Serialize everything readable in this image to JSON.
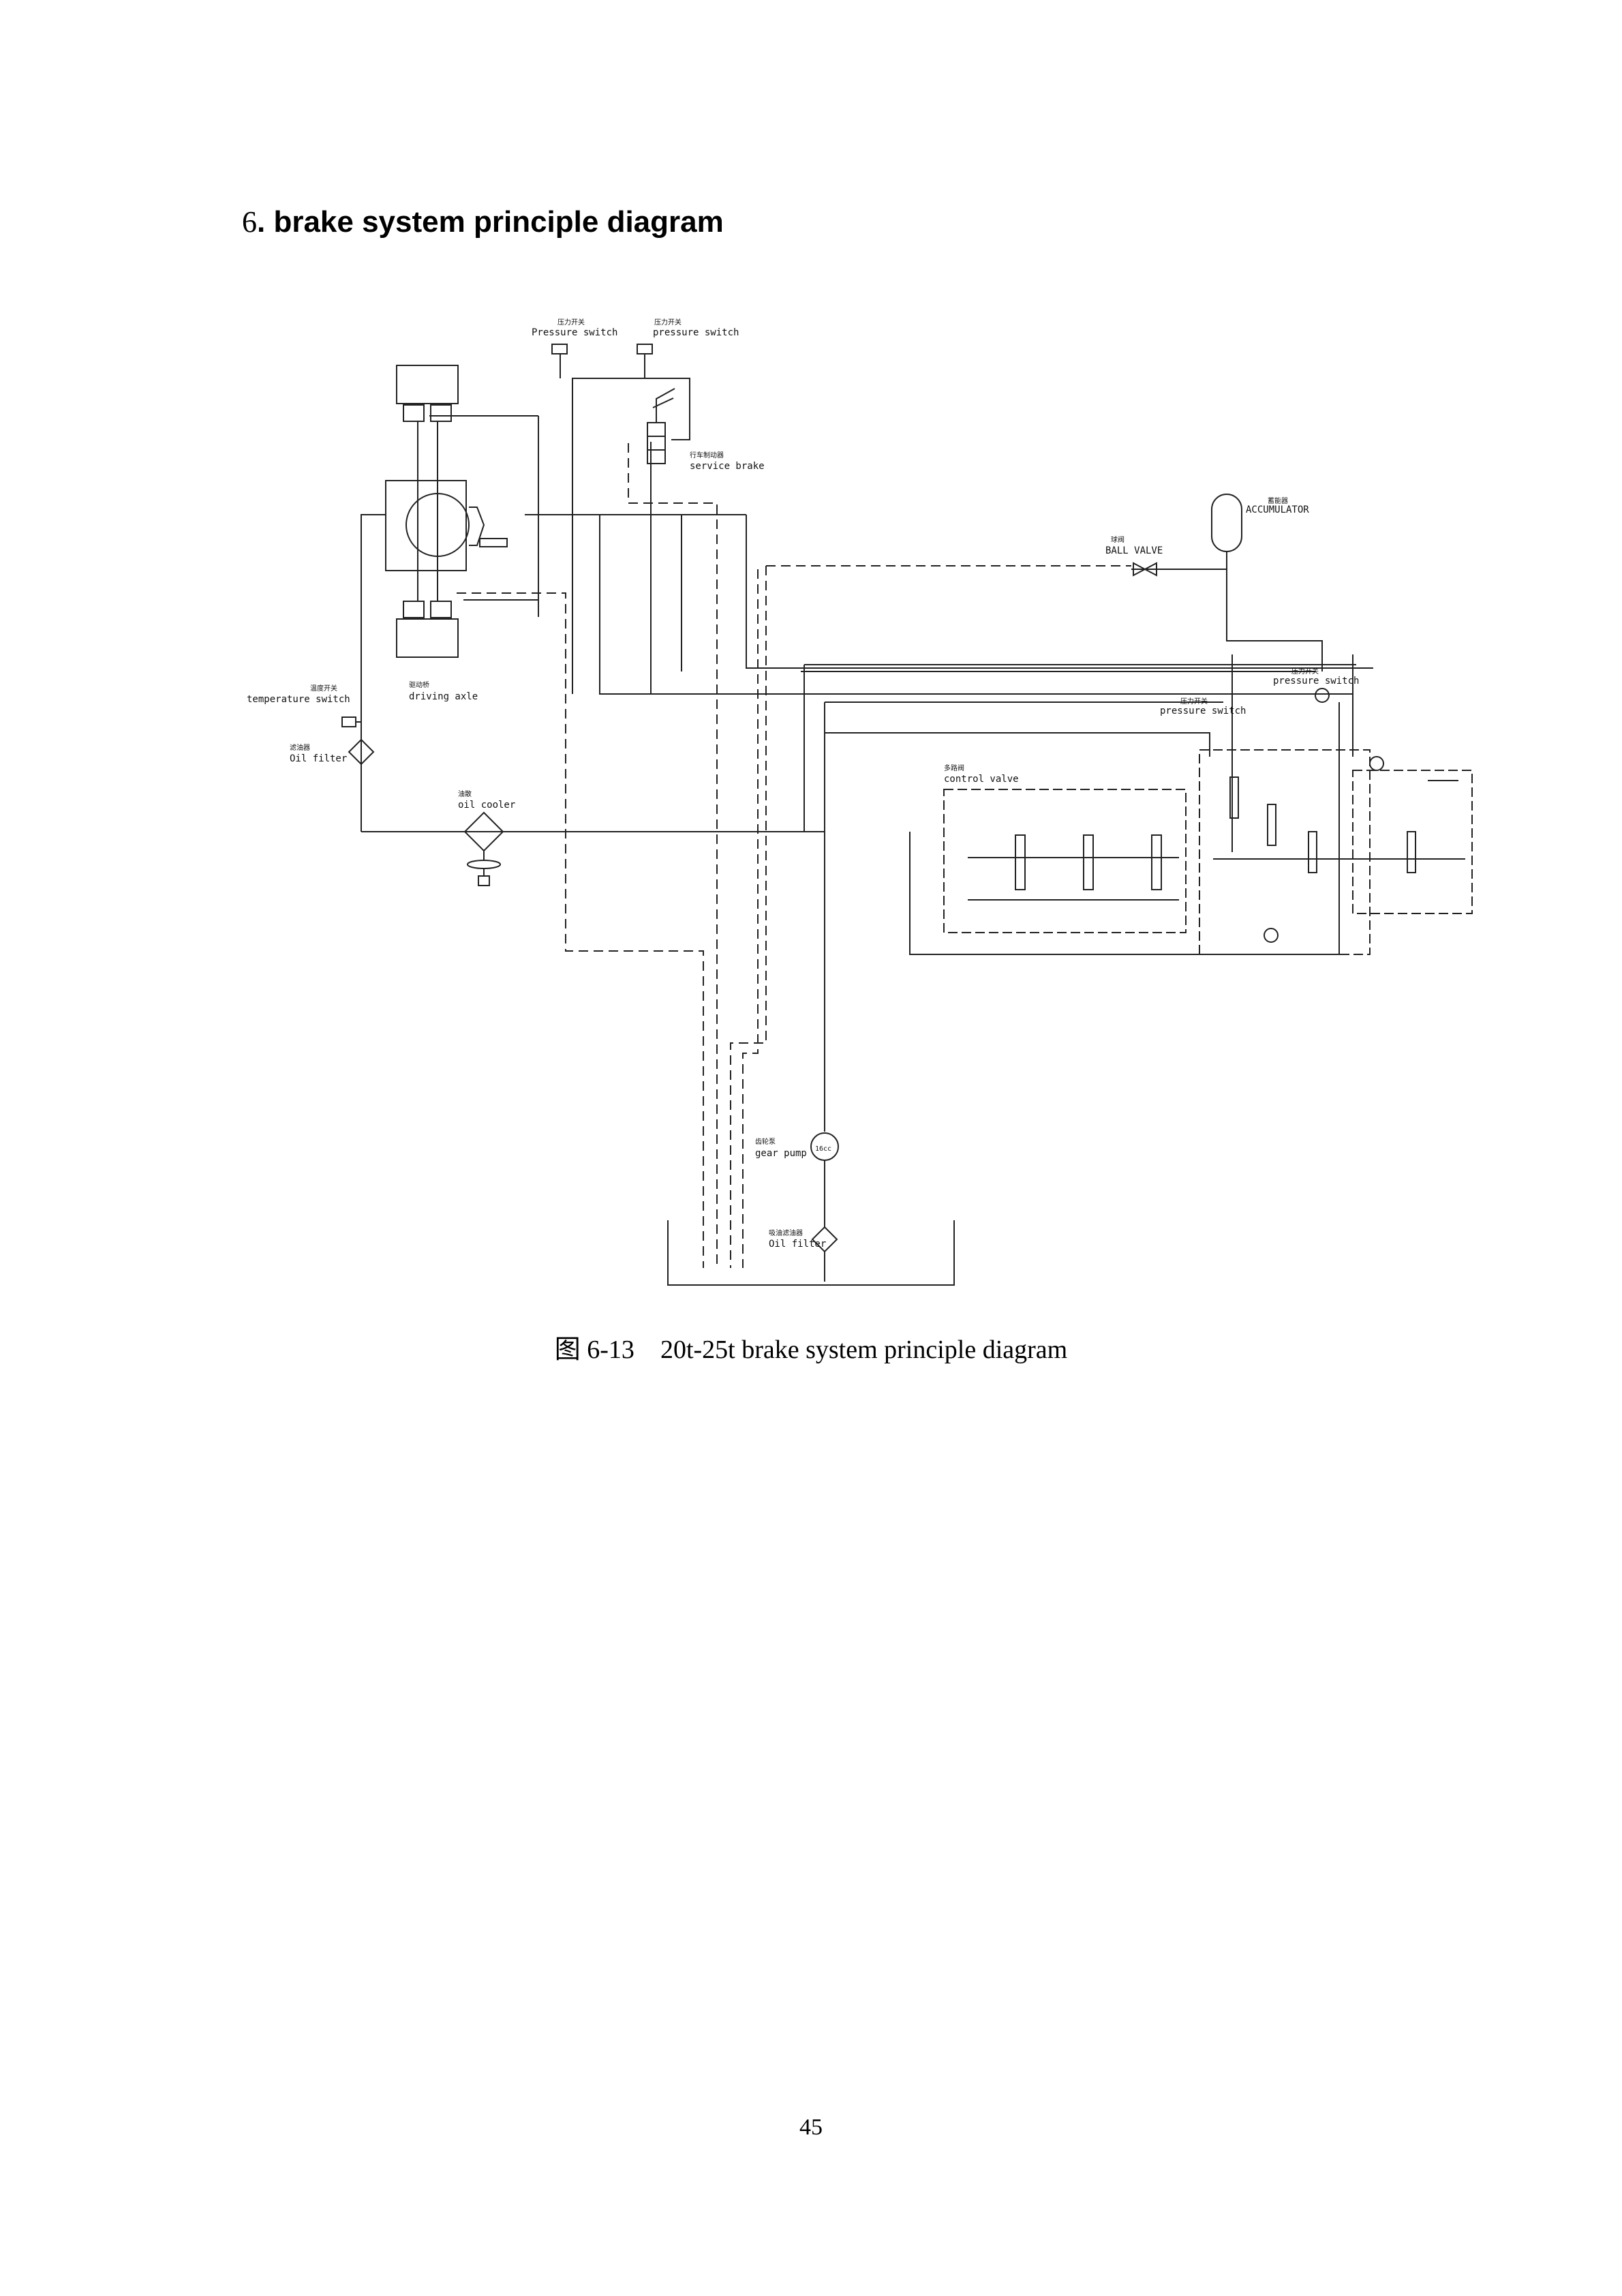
{
  "heading": {
    "number": "6",
    "text": ". brake system principle diagram"
  },
  "caption": {
    "figure": "图 6-13",
    "text": "20t-25t brake system principle diagram"
  },
  "page_number": "45",
  "labels": {
    "pressure_switch_left_cn": "压力开关",
    "pressure_switch_left_en": "Pressure switch",
    "pressure_switch_right_cn": "压力开关",
    "pressure_switch_right_en": "pressure switch",
    "service_brake_cn": "行车制动器",
    "service_brake_en": "service brake",
    "accumulator_cn": "蓄能器",
    "accumulator_en": "ACCUMULATOR",
    "ball_valve_cn": "球阀",
    "ball_valve_en": "BALL VALVE",
    "temperature_switch_cn": "温度开关",
    "temperature_switch_en": "temperature switch",
    "driving_axle_cn": "驱动桥",
    "driving_axle_en": "driving axle",
    "oil_filter_cn": "滤油器",
    "oil_filter_en": "Oil filter",
    "oil_cooler_cn": "油散",
    "oil_cooler_en": "oil cooler",
    "pressure_switch_a_cn": "压力开关",
    "pressure_switch_a_en": "pressure switch",
    "pressure_switch_b_cn": "压力开关",
    "pressure_switch_b_en": "pressure switch",
    "control_valve_cn": "多路阀",
    "control_valve_en": "control valve",
    "gear_pump_cn": "齿轮泵",
    "gear_pump_en": "gear pump",
    "gear_pump_size": "16cc",
    "suction_filter_cn": "吸油滤油器",
    "suction_filter_en": "Oil filter"
  }
}
